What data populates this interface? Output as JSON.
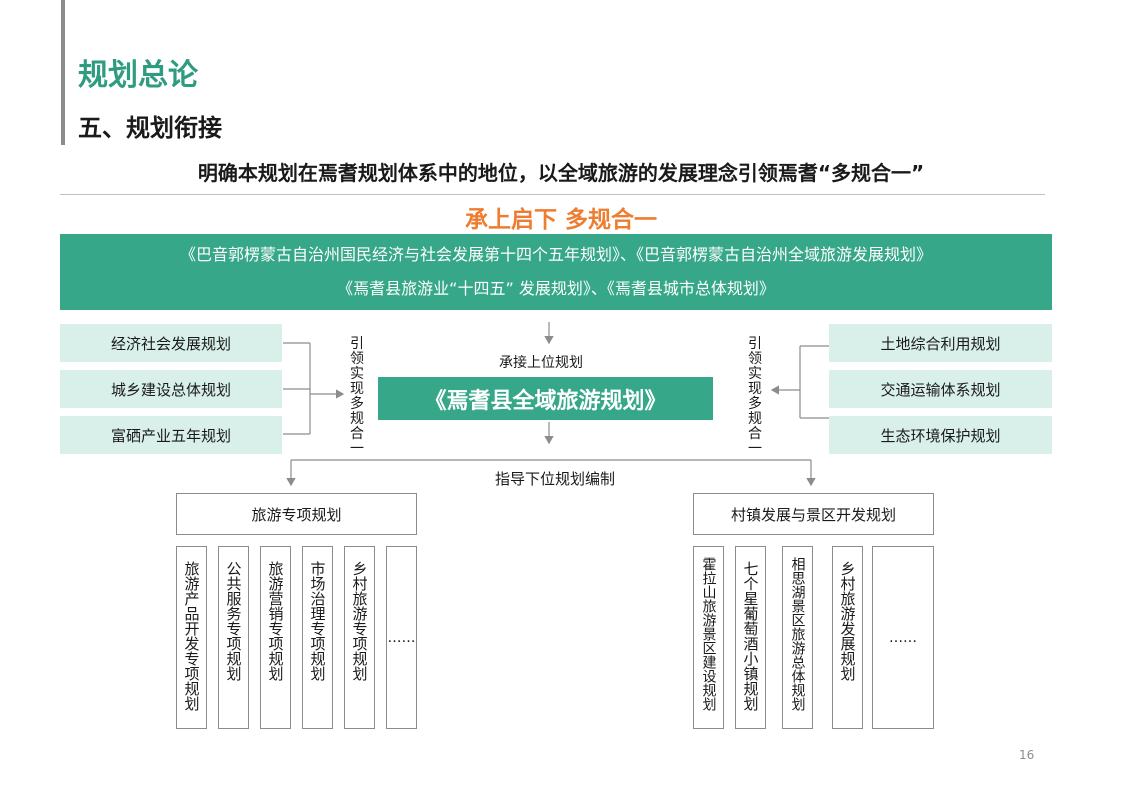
{
  "header": {
    "section_title": "规划总论",
    "subtitle": "五、规划衔接",
    "tagline": "明确本规划在焉耆规划体系中的地位，以全域旅游的发展理念引领焉耆“多规合一”",
    "slogan": "承上启下 多规合一"
  },
  "upper_plans": {
    "line1": "《巴音郭楞蒙古自治州国民经济与社会发展第十四个五年规划》、《巴音郭楞蒙古自治州全域旅游发展规划》",
    "line2": "《焉耆县旅游业“十四五” 发展规划》、《焉耆县城市总体规划》"
  },
  "left_plans": [
    "经济社会发展规划",
    "城乡建设总体规划",
    "富硒产业五年规划"
  ],
  "right_plans": [
    "土地综合利用规划",
    "交通运输体系规划",
    "生态环境保护规划"
  ],
  "left_link_label": "引领实现多规合一",
  "right_link_label": "引领实现多规合一",
  "top_link_label": "承接上位规划",
  "main_plan": "《焉耆县全域旅游规划》",
  "bottom_link_label": "指导下位规划编制",
  "tourism_group": {
    "title": "旅游专项规划",
    "items": [
      "旅游产品开发专项规划",
      "公共服务专项规划",
      "旅游营销专项规划",
      "市场治理专项规划",
      "乡村旅游专项规划",
      "……"
    ]
  },
  "village_group": {
    "title": "村镇发展与景区开发规划",
    "items": [
      "霍拉山旅游景区建设规划",
      "七个星葡萄酒小镇规划",
      "相思湖景区旅游总体规划",
      "乡村旅游发展规划",
      "……"
    ]
  },
  "page_number": "16",
  "colors": {
    "accent_green": "#36a789",
    "title_green": "#2f9b80",
    "light_green": "#d8f0e9",
    "orange": "#ed7d31"
  }
}
